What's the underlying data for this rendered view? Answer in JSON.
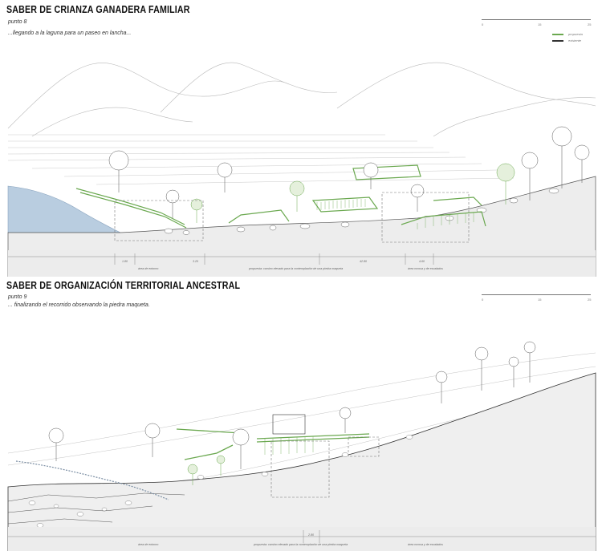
{
  "colors": {
    "proposal": "#6aa84f",
    "existing": "#333333",
    "water": "#b9cde0",
    "ground": "#e6e6e6",
    "line": "#9a9a9a"
  },
  "panels": [
    {
      "title": "SABER DE CRIANZA GANADERA FAMILIAR",
      "subtitle": "punto 8",
      "caption": "...llegando a la laguna para un paseo en lancha...",
      "scale_ticks": [
        "0",
        "15",
        "25"
      ],
      "legend": [
        {
          "label": "propuesta",
          "color": "#6aa84f"
        },
        {
          "label": "existente",
          "color": "#333333"
        }
      ],
      "dimensions": [
        "1.80",
        "3.20",
        "42.80",
        "4.60"
      ],
      "zone_labels": [
        "área de entorno",
        "propuesta: camino elevado para la contemplación de una piedra maqueta",
        "área rocosa y de escalados"
      ]
    },
    {
      "title": "SABER DE ORGANIZACIÓN TERRITORIAL ANCESTRAL",
      "subtitle": "punto 9",
      "caption": "... finalizando el recorrido observando la piedra maqueta.",
      "scale_ticks": [
        "0",
        "15",
        "25"
      ],
      "dimensions": [
        "2.80"
      ],
      "zone_labels": [
        "área de entorno",
        "propuesta: camino elevado para la contemplación de una piedra maqueta",
        "área rocosa y de escalados"
      ]
    }
  ]
}
